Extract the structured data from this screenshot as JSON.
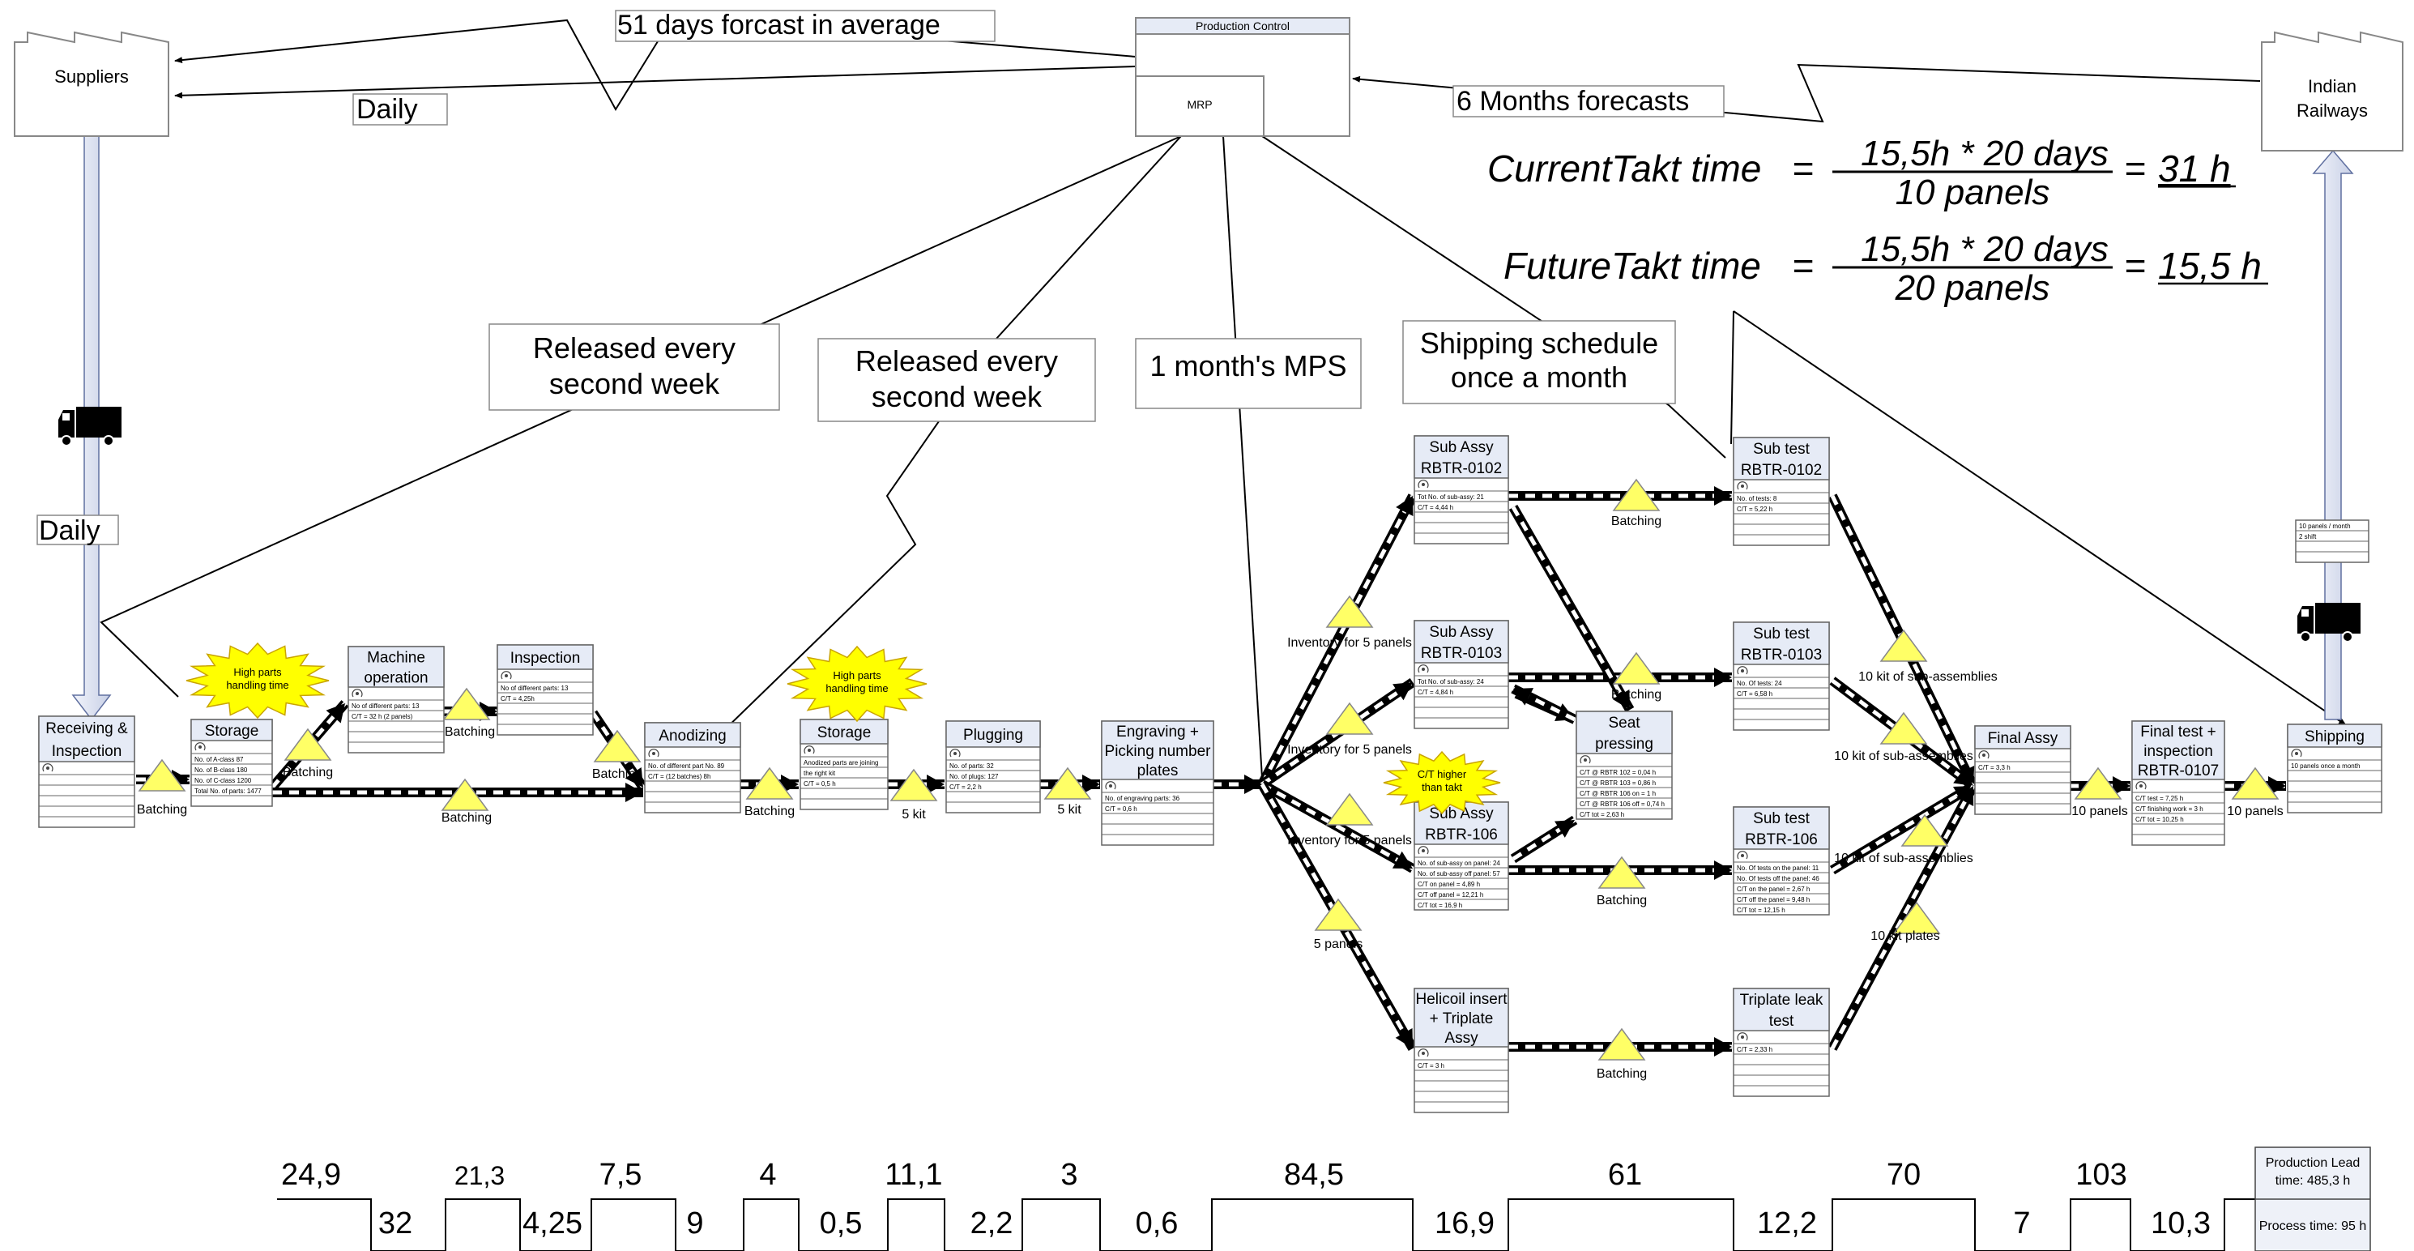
{
  "entities": {
    "suppliers": "Suppliers",
    "customer": [
      "Indian",
      "Railways"
    ]
  },
  "control": {
    "title": "Production Control",
    "mrp": "MRP"
  },
  "info_labels": {
    "forecast_suppliers": "51 days forcast in average",
    "daily_top": "Daily",
    "forecast_customer": "6 Months forecasts",
    "daily_left": "Daily",
    "released_1": [
      "Released every",
      "second week"
    ],
    "released_2": [
      "Released every",
      "second week"
    ],
    "mps": "1 month's MPS",
    "shipping_schedule": [
      "Shipping schedule",
      "once a month"
    ]
  },
  "takt": {
    "current_label": "CurrentTakt time",
    "current_num": "15,5h * 20 days",
    "current_den": "10 panels",
    "current_result": "31 h",
    "future_label": "FutureTakt time",
    "future_num": "15,5h * 20 days",
    "future_den": "20 panels",
    "future_result": "15,5 h",
    "equals": "="
  },
  "processes": {
    "receiving": {
      "title": [
        "Receiving &",
        "Inspection"
      ],
      "rows": []
    },
    "storage1": {
      "title": [
        "Storage"
      ],
      "rows": [
        "No. of A-class 87",
        "No. of B-class 180",
        "No. of C-class 1200",
        "Total No. of parts: 1477"
      ]
    },
    "machine": {
      "title": [
        "Machine",
        "operation"
      ],
      "rows": [
        "No of different parts: 13",
        "C/T = 32 h (2 panels)"
      ]
    },
    "inspection": {
      "title": [
        "Inspection"
      ],
      "rows": [
        "No of different parts: 13",
        "C/T = 4,25h"
      ]
    },
    "anodizing": {
      "title": [
        "Anodizing"
      ],
      "rows": [
        "No. of different part No. 89",
        "C/T = (12 batches) 8h"
      ]
    },
    "storage2": {
      "title": [
        "Storage"
      ],
      "rows": [
        "Anodized parts are joining",
        "the right kit",
        "C/T = 0,5 h"
      ]
    },
    "plugging": {
      "title": [
        "Plugging"
      ],
      "rows": [
        "No. of parts: 32",
        "No. of plugs: 127",
        "C/T = 2,2 h"
      ]
    },
    "engraving": {
      "title": [
        "Engraving +",
        "Picking number",
        "plates"
      ],
      "rows": [
        "No. of engraving parts: 36",
        "C/T = 0,6 h"
      ]
    },
    "subassy0102": {
      "title": [
        "Sub Assy",
        "RBTR-0102"
      ],
      "rows": [
        "Tot No. of sub-assy: 21",
        "C/T = 4,44 h"
      ]
    },
    "subassy0103": {
      "title": [
        "Sub Assy",
        "RBTR-0103"
      ],
      "rows": [
        "Tot No. of sub-assy: 24",
        "C/T = 4,84 h"
      ]
    },
    "subassy106": {
      "title": [
        "Sub Assy",
        "RBTR-106"
      ],
      "rows": [
        "No. of sub-assy on panel: 24",
        "No. of sub-assy off panel: 57",
        "C/T on panel = 4,89 h",
        "C/T off panel = 12,21 h",
        "C/T tot = 16,9 h"
      ]
    },
    "helicoil": {
      "title": [
        "Helicoil insert",
        "+ Triplate",
        "Assy"
      ],
      "rows": [
        "C/T = 3 h"
      ]
    },
    "seat": {
      "title": [
        "Seat",
        "pressing"
      ],
      "rows": [
        "C/T @ RBTR 102 = 0,04 h",
        "C/T @ RBTR 103 = 0,86 h",
        "C/T @ RBTR 106 on = 1 h",
        "C/T @ RBTR 106 off = 0,74 h",
        "C/T tot = 2,63 h"
      ]
    },
    "subtest0102": {
      "title": [
        "Sub test",
        "RBTR-0102"
      ],
      "rows": [
        "No. of tests: 8",
        "C/T = 5,22 h"
      ]
    },
    "subtest0103": {
      "title": [
        "Sub test",
        "RBTR-0103"
      ],
      "rows": [
        "No. Of tests: 24",
        "C/T = 6,58 h"
      ]
    },
    "subtest106": {
      "title": [
        "Sub test",
        "RBTR-106"
      ],
      "rows": [
        "No. Of tests on the panel: 11",
        "No. Of tests off the panel: 46",
        "C/T on the panel = 2,67 h",
        "C/T off the panel = 9,48 h",
        "C/T tot = 12,15 h"
      ]
    },
    "triplate": {
      "title": [
        "Triplate leak",
        "test"
      ],
      "rows": [
        "C/T = 2,33 h"
      ]
    },
    "finalassy": {
      "title": [
        "Final Assy"
      ],
      "rows": [
        "C/T = 3,3 h"
      ]
    },
    "finaltest": {
      "title": [
        "Final test +",
        "inspection",
        "RBTR-0107"
      ],
      "rows": [
        "C/T test = 7,25 h",
        "C/T finishing work = 3 h",
        "C/T tot = 10,25 h"
      ]
    },
    "shipping": {
      "title": [
        "Shipping"
      ],
      "rows": [
        "10 panels once a month"
      ]
    },
    "customer_box": {
      "title": [],
      "rows": [
        "10 panels / month",
        "2 shift"
      ]
    }
  },
  "inventory": {
    "batching": "Batching",
    "kit5": "5 kit",
    "inv5": "Inventory for 5 panels",
    "kit10": "10 kit of sub-assemblies",
    "plates10": "10 kit plates",
    "panels5": "5 panels",
    "panels10": "10 panels"
  },
  "bursts": {
    "handling1": [
      "High parts",
      "handling time"
    ],
    "handling2": [
      "High parts",
      "handling time"
    ],
    "ct_higher": [
      "C/T higher",
      "than takt"
    ]
  },
  "timeline": {
    "upper": [
      "24,9",
      "21,3",
      "7,5",
      "4",
      "11,1",
      "3",
      "84,5",
      "61",
      "70",
      "103"
    ],
    "lower": [
      "32",
      "4,25",
      "9",
      "0,5",
      "2,2",
      "0,6",
      "16,9",
      "12,2",
      "7",
      "10,3"
    ],
    "lead_time": [
      "Production Lead",
      "time: 485,3 h"
    ],
    "process_time": "Process time: 95 h"
  }
}
